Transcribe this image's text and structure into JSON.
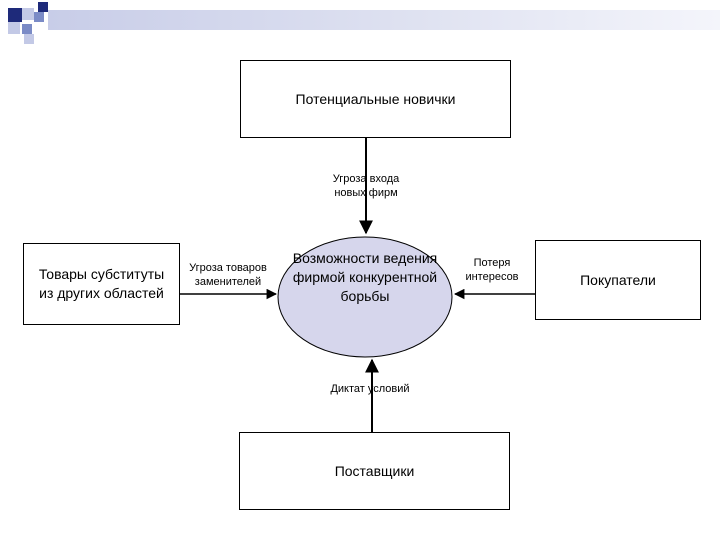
{
  "colors": {
    "ellipse_fill": "#d6d6ec",
    "deco_dark": "#1e2a7a",
    "deco_mid": "#7b8bc6",
    "deco_light": "#c3c9e6",
    "deco_bar_start": "#c8cde8",
    "deco_bar_end": "#f4f5fb"
  },
  "diagram": {
    "top_box": "Потенциальные новички",
    "left_box": "Товары субституты из других областей",
    "right_box": "Покупатели",
    "bottom_box": "Поставщики",
    "center": "Возможности ведения фирмой конкурентной борьбы",
    "arrow_top_label": "Угроза входа новых фирм",
    "arrow_left_label": "Угроза товаров заменителей",
    "arrow_right_label": "Потеря интересов",
    "arrow_bottom_label": "Диктат условий"
  }
}
